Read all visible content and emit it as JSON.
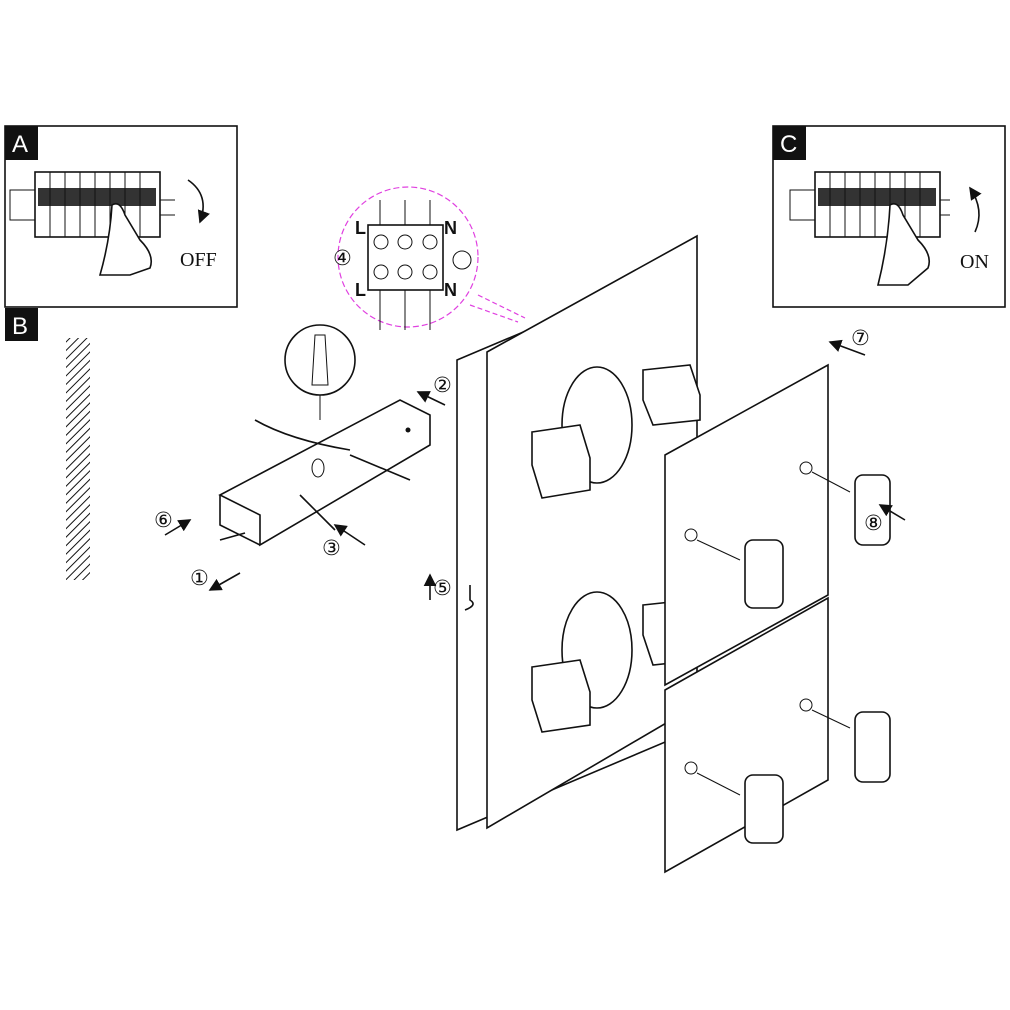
{
  "panels": {
    "a": {
      "label": "A",
      "action": "OFF"
    },
    "b": {
      "label": "B"
    },
    "c": {
      "label": "C",
      "action": "ON"
    }
  },
  "terminal": {
    "top_left": "L",
    "top_right": "N",
    "bottom_left": "L",
    "bottom_right": "N"
  },
  "steps": [
    "①",
    "②",
    "③",
    "④",
    "⑤",
    "⑥",
    "⑦",
    "⑧"
  ],
  "colors": {
    "line": "#111111",
    "callout": "#e040e0"
  }
}
